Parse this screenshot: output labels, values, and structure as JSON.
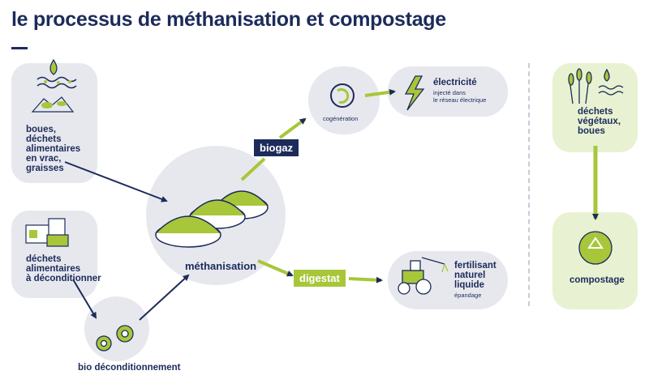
{
  "title": "le processus de méthanisation et compostage",
  "inputs": {
    "boues": "boues,\ndéchets\nalimentaires\nen vrac,\ngraisses",
    "dechets_alimentaires": "déchets\nalimentaires\nà déconditionner",
    "bio_deconditionnement": "bio déconditionnement"
  },
  "center": {
    "methanisation": "méthanisation"
  },
  "outputs": {
    "biogaz": "biogaz",
    "digestat": "digestat",
    "cogeneration": "cogénération",
    "electricite": "électricité",
    "electricite_detail": "injecté dans\nle réseau électrique",
    "fertilisant": "fertilisant\nnaturel\nliquide",
    "epandage": "épandage"
  },
  "compost": {
    "dechets_vegetaux": "déchets\nvégétaux,\nboues",
    "compostage": "compostage"
  },
  "colors": {
    "navy": "#1c2b5a",
    "lime": "#a8c63a",
    "grey_bg": "#e7e8ee",
    "green_bg": "#e8f2d2"
  },
  "icons": [
    "drop-food-icon",
    "food-cans-icon",
    "gears-icon",
    "digester-domes-icon",
    "cogeneration-cycle-icon",
    "lightning-icon",
    "tractor-icon",
    "plants-drop-icon",
    "recycle-globe-icon"
  ]
}
